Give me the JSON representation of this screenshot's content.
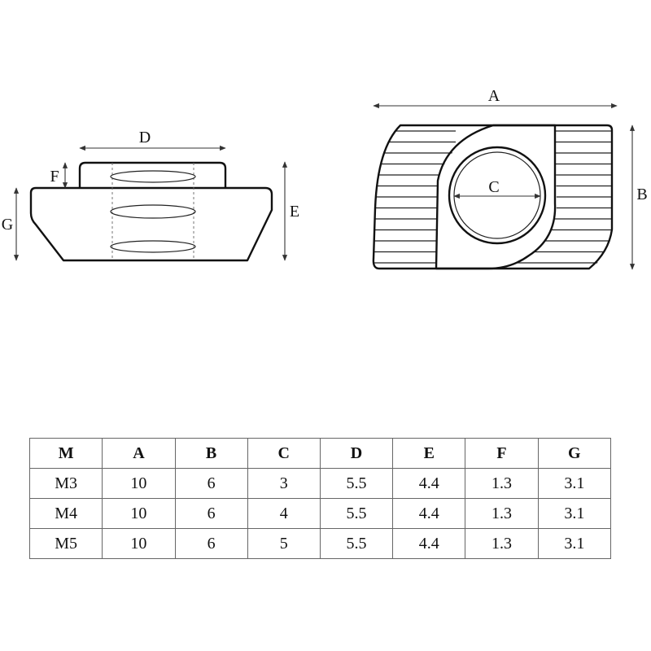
{
  "diagram": {
    "side_view_labels": {
      "d": "D",
      "f": "F",
      "e": "E",
      "g": "G"
    },
    "top_view_labels": {
      "a": "A",
      "b": "B",
      "c": "C"
    }
  },
  "table": {
    "headers": [
      "M",
      "A",
      "B",
      "C",
      "D",
      "E",
      "F",
      "G"
    ],
    "rows": [
      [
        "M3",
        "10",
        "6",
        "3",
        "5.5",
        "4.4",
        "1.3",
        "3.1"
      ],
      [
        "M4",
        "10",
        "6",
        "4",
        "5.5",
        "4.4",
        "1.3",
        "3.1"
      ],
      [
        "M5",
        "10",
        "6",
        "5",
        "5.5",
        "4.4",
        "1.3",
        "3.1"
      ]
    ]
  }
}
